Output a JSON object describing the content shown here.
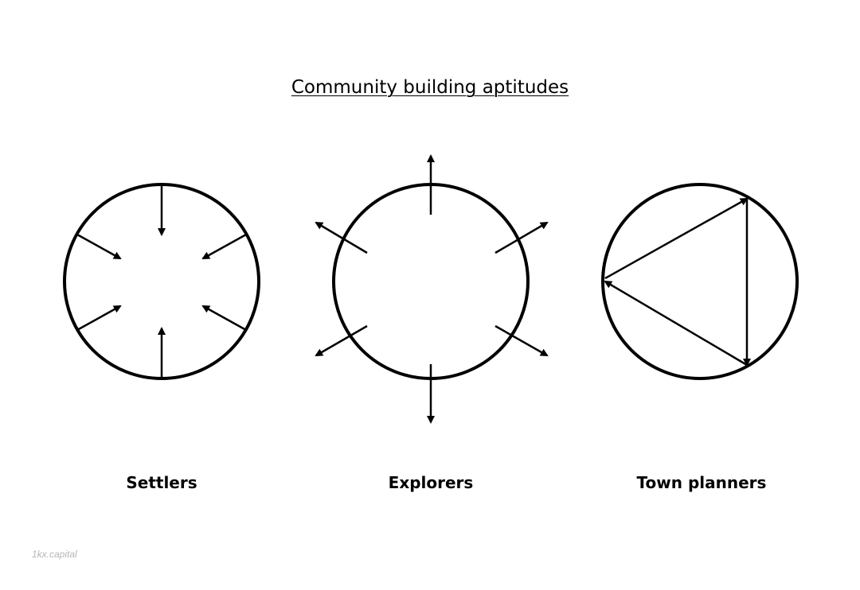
{
  "title": "Community building aptitudes",
  "panels": [
    {
      "label": "Settlers",
      "icon": "inward-arrows-circle-icon"
    },
    {
      "label": "Explorers",
      "icon": "outward-arrows-circle-icon"
    },
    {
      "label": "Town planners",
      "icon": "triangle-circle-icon"
    }
  ],
  "watermark": "1kx.capital",
  "colors": {
    "stroke": "#000000",
    "background": "#ffffff",
    "watermark": "#b5b5b5"
  }
}
